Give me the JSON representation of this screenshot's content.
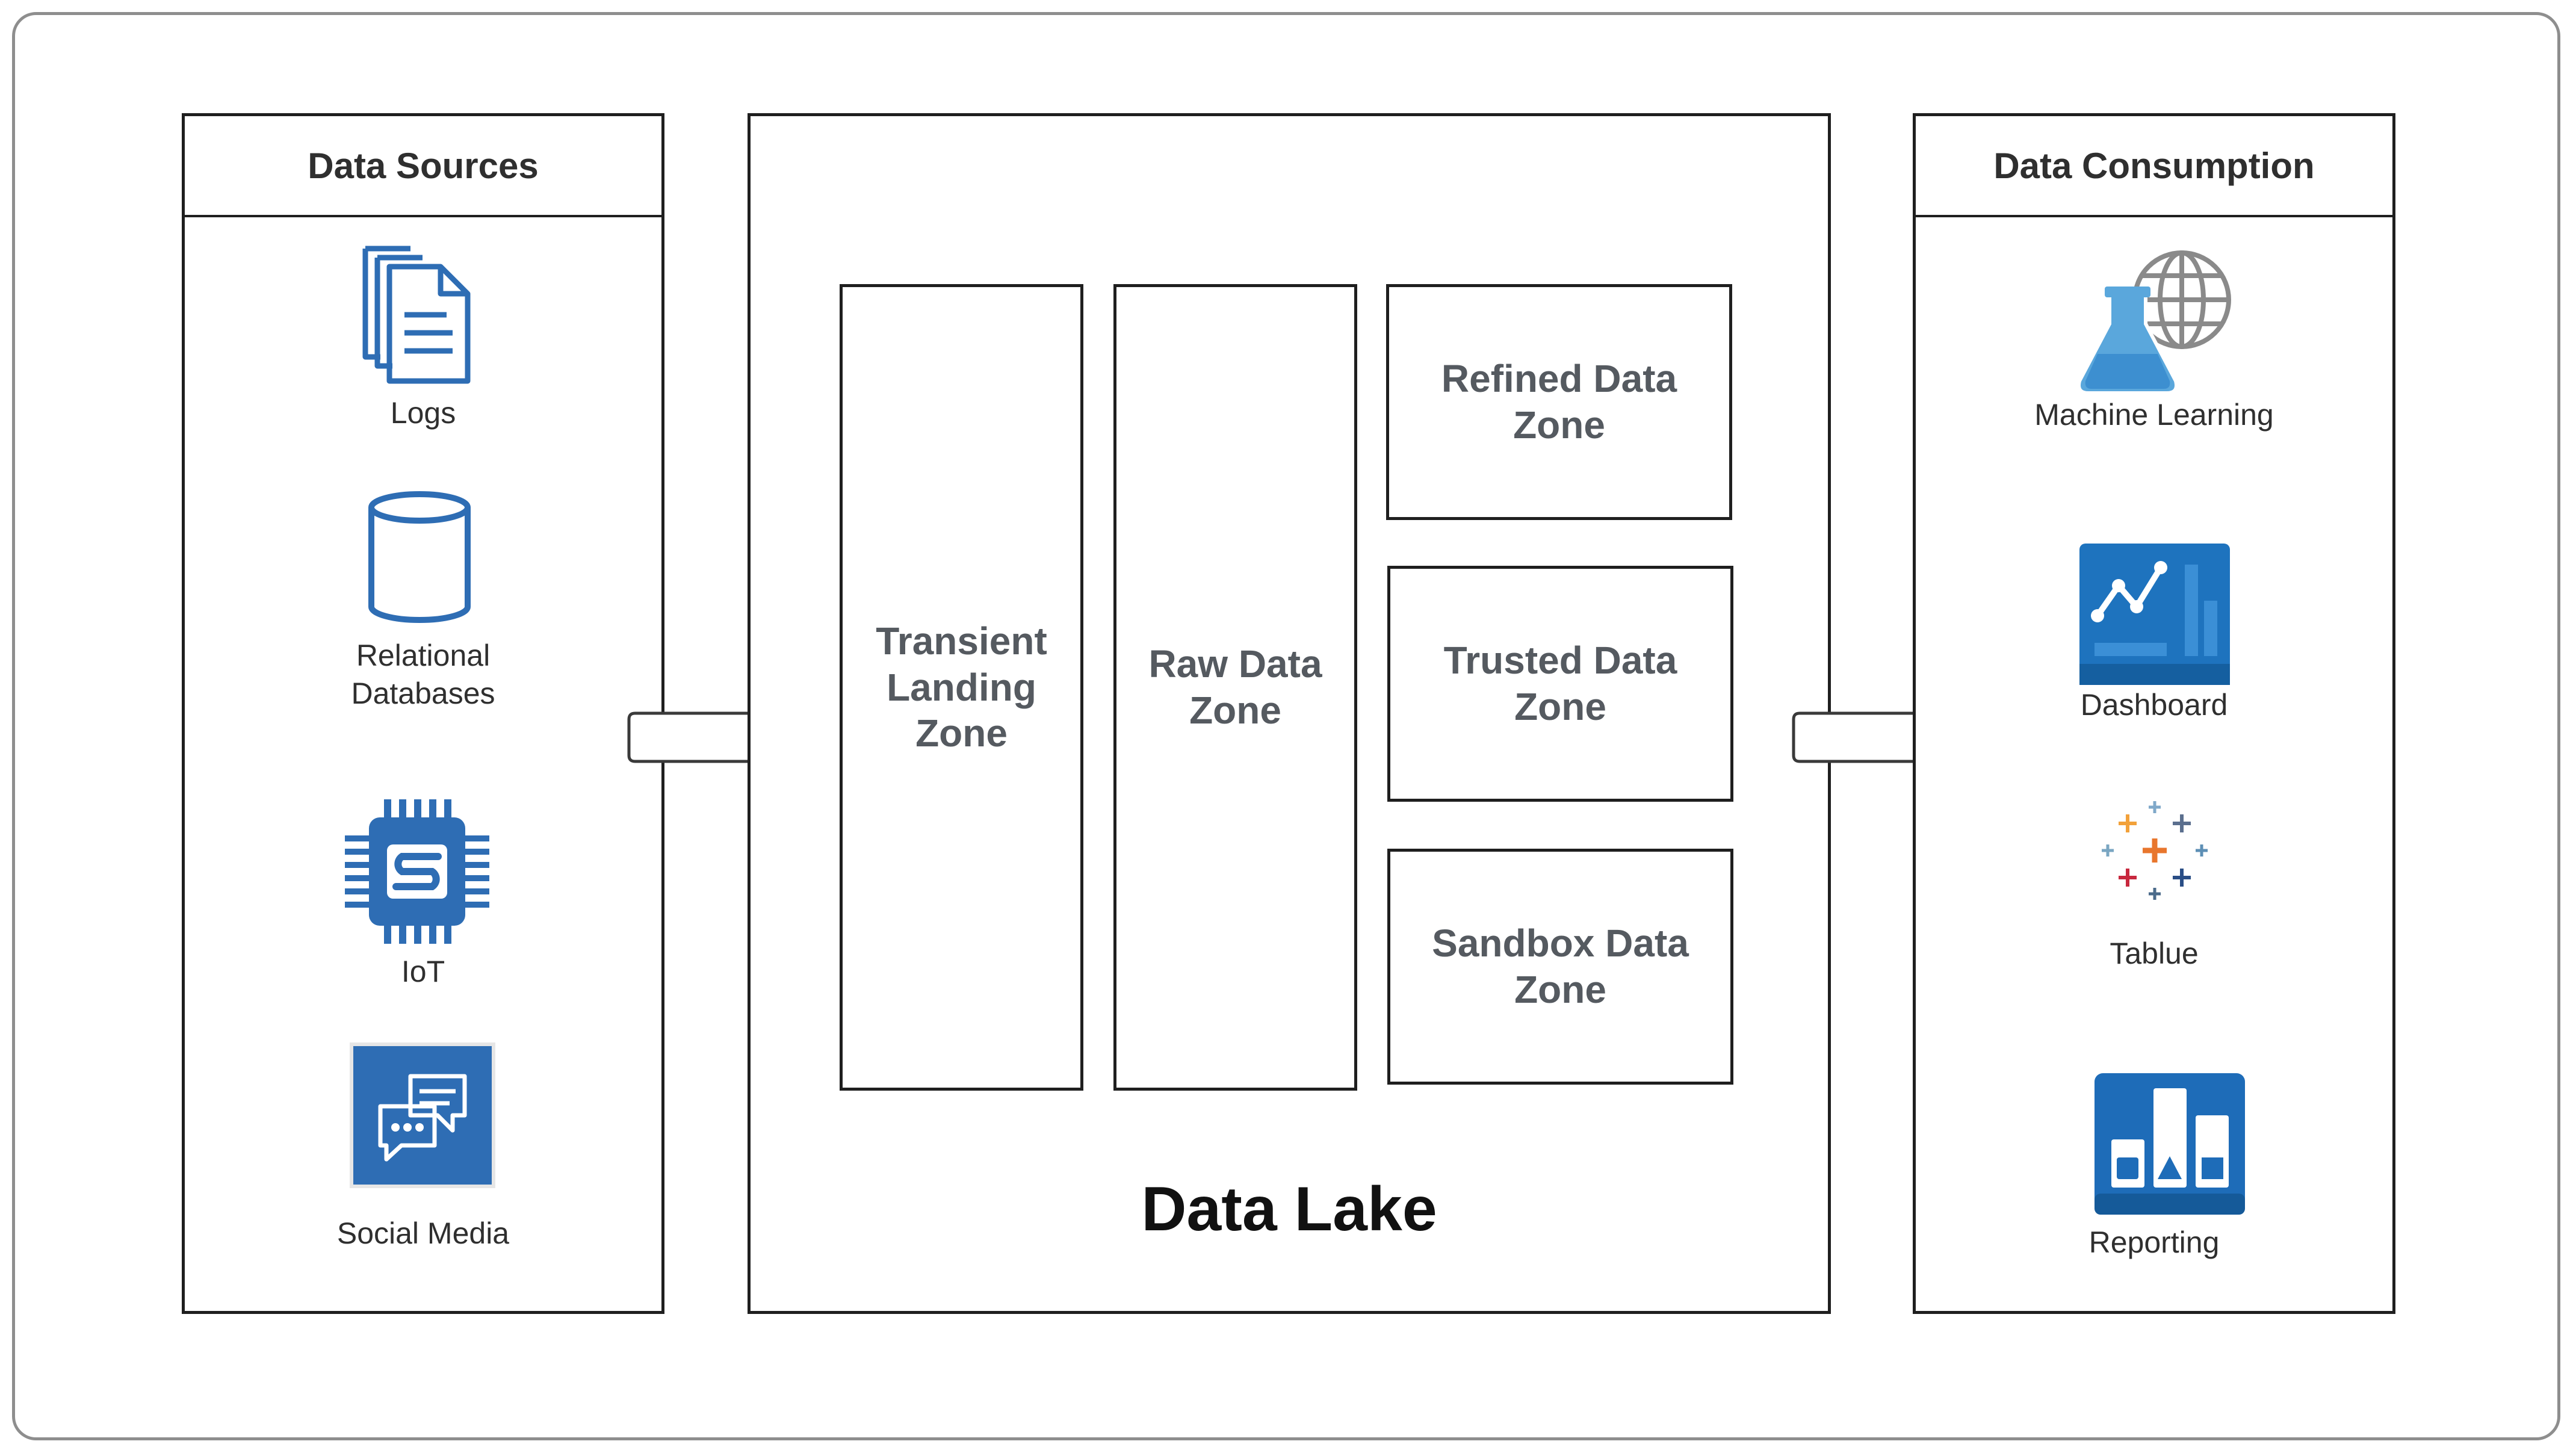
{
  "sources": {
    "title": "Data Sources",
    "items": [
      {
        "label": "Logs",
        "icon": "logs-icon"
      },
      {
        "label": "Relational\nDatabases",
        "icon": "database-icon"
      },
      {
        "label": "IoT",
        "icon": "iot-chip-icon"
      },
      {
        "label": "Social Media",
        "icon": "social-media-icon"
      }
    ]
  },
  "lake": {
    "title": "Data Lake",
    "zones": [
      {
        "label": "Transient\nLanding\nZone"
      },
      {
        "label": "Raw Data\nZone"
      },
      {
        "label": "Refined Data\nZone"
      },
      {
        "label": "Trusted Data\nZone"
      },
      {
        "label": "Sandbox Data\nZone"
      }
    ]
  },
  "consumption": {
    "title": "Data Consumption",
    "items": [
      {
        "label": "Machine Learning",
        "icon": "machine-learning-icon"
      },
      {
        "label": "Dashboard",
        "icon": "dashboard-icon"
      },
      {
        "label": "Tablue",
        "icon": "tableau-icon"
      },
      {
        "label": "Reporting",
        "icon": "reporting-icon"
      }
    ]
  },
  "colors": {
    "icon_blue": "#2e6db4",
    "icon_light_blue": "#5aa7dc",
    "border": "#1f1f1f",
    "zone_text": "#555a60"
  }
}
